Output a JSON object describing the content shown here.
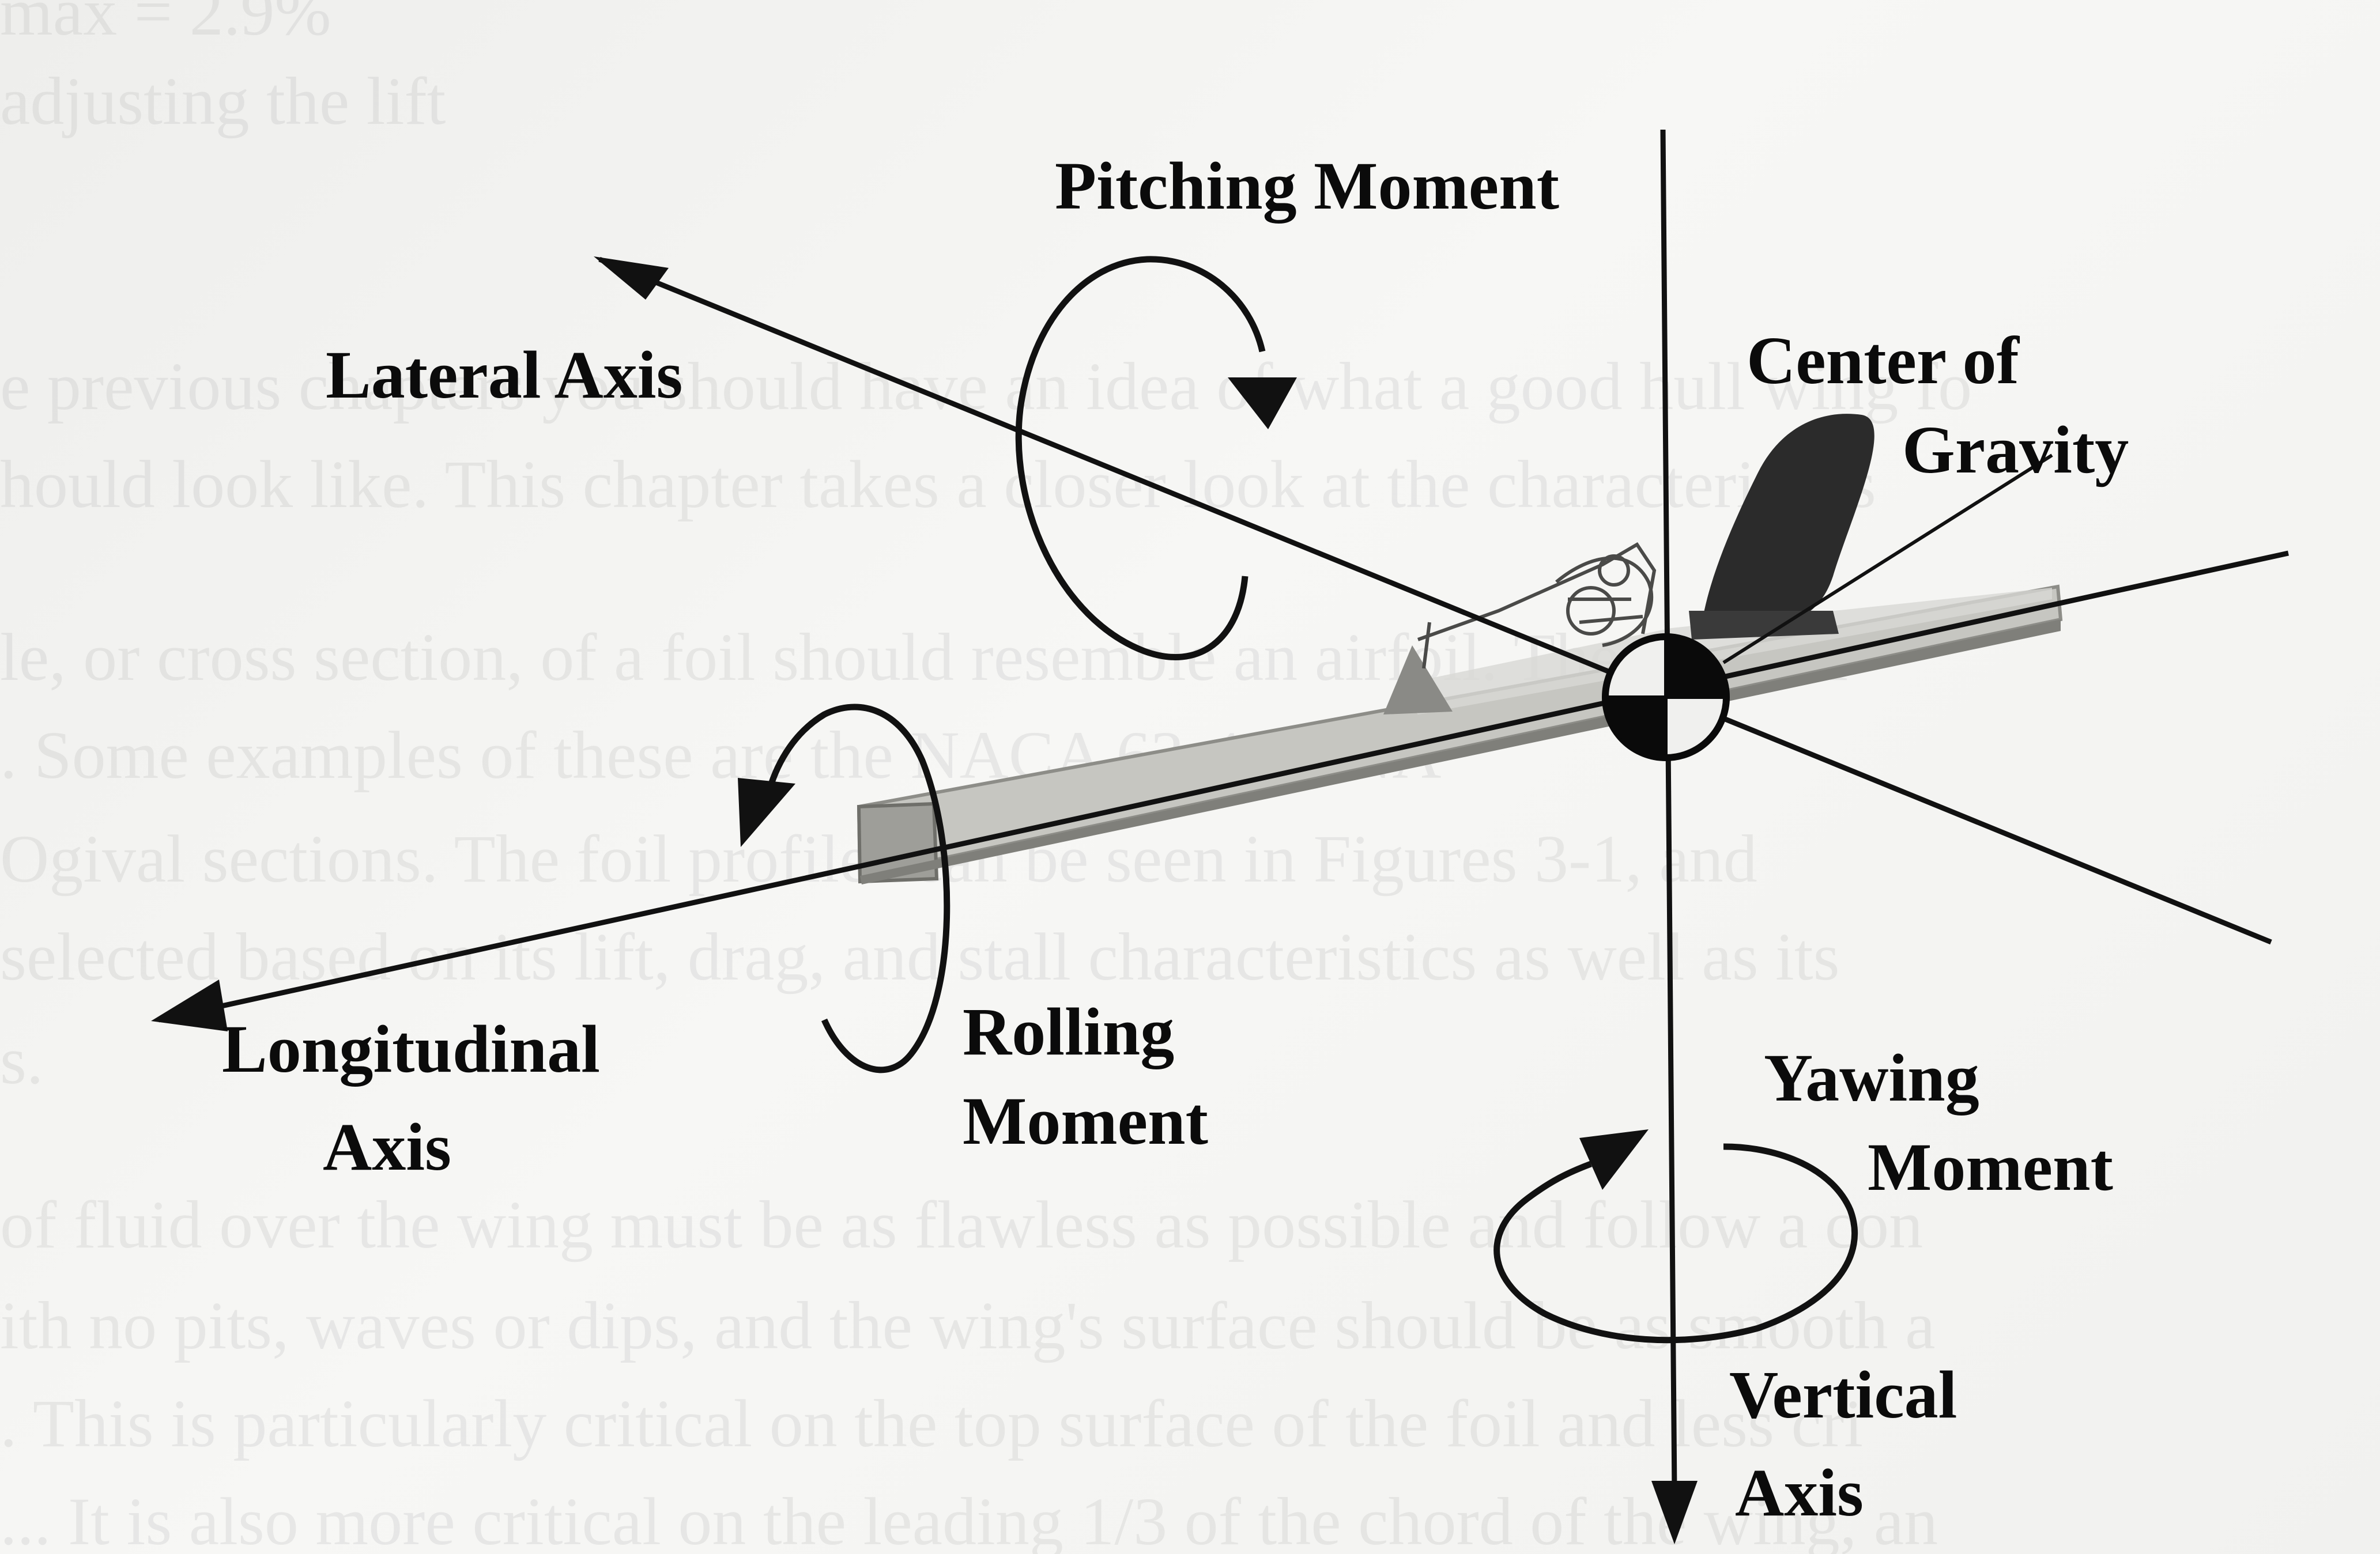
{
  "labels": {
    "pitching_moment": "Pitching Moment",
    "lateral_axis": "Lateral Axis",
    "center_of_gravity_line1": "Center of",
    "center_of_gravity_line2": "Gravity",
    "longitudinal_axis_line1": "Longitudinal",
    "longitudinal_axis_line2": "Axis",
    "rolling_moment_line1": "Rolling",
    "rolling_moment_line2": "Moment",
    "yawing_moment_line1": "Yawing",
    "yawing_moment_line2": "Moment",
    "vertical_axis_line1": "Vertical",
    "vertical_axis_line2": "Axis"
  },
  "show_through_text": [
    "max = 2.9%",
    "adjusting the lift",
    "e previous chapters you should have an idea of what a good hull wing fo",
    "hould look like.  This chapter takes a closer look at the characteristics",
    "le, or cross section, of a foil should resemble an airfoil. The more of",
    ". Some examples of these are the NACA 63-412, NA",
    " Ogival sections.  The foil profiles can be seen in Figures 3-1, and",
    "selected based on its lift, drag, and stall characteristics as well as its",
    "s.",
    " of fluid over the wing must be as flawless as possible and follow a con",
    "ith no pits, waves or dips, and the wing's surface should be as smooth a",
    ". This is particularly critical on the top surface of the foil and less cri",
    "... It is also more critical on the leading 1/3 of the chord of the wing, an"
  ],
  "colors": {
    "ink": "#111111",
    "board": "#b9b9b4",
    "board_edge": "#8d8d88",
    "seat": "#2b2b2b",
    "cg_black": "#0a0a0a"
  }
}
